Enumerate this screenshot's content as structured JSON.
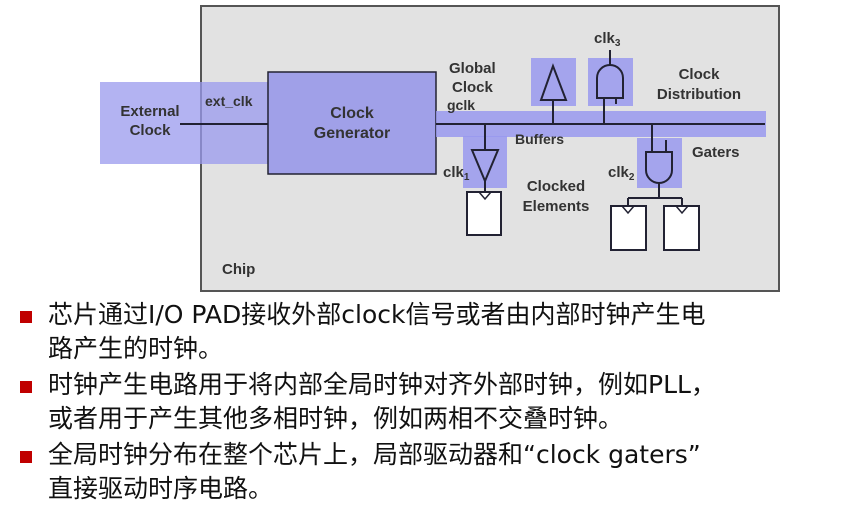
{
  "colors": {
    "chip_fill": "#e2e2e2",
    "chip_border": "#555555",
    "highlight": "#9999ee",
    "generator": "#a0a0e8",
    "wire": "#222233",
    "bullet": "#c00000"
  },
  "diagram": {
    "external_clock": {
      "line1": "External",
      "line2": "Clock"
    },
    "ext_clk": "ext_clk",
    "clock_generator": {
      "line1": "Clock",
      "line2": "Generator"
    },
    "global_clock": {
      "line1": "Global",
      "line2": "Clock"
    },
    "gclk": "gclk",
    "buffers": "Buffers",
    "clock_distribution": {
      "line1": "Clock",
      "line2": "Distribution"
    },
    "gaters": "Gaters",
    "clk1": {
      "base": "clk",
      "sub": "1"
    },
    "clk2": {
      "base": "clk",
      "sub": "2"
    },
    "clk3": {
      "base": "clk",
      "sub": "3"
    },
    "clocked_elements": {
      "line1": "Clocked",
      "line2": "Elements"
    },
    "chip": "Chip"
  },
  "bullets": [
    {
      "line1": "芯片通过I/O PAD接收外部clock信号或者由内部时钟产生电",
      "line2": "路产生的时钟。"
    },
    {
      "line1": "时钟产生电路用于将内部全局时钟对齐外部时钟，例如PLL，",
      "line2": "或者用于产生其他多相时钟，例如两相不交叠时钟。"
    },
    {
      "line1": "全局时钟分布在整个芯片上，局部驱动器和“clock gaters”",
      "line2": "直接驱动时序电路。"
    }
  ]
}
